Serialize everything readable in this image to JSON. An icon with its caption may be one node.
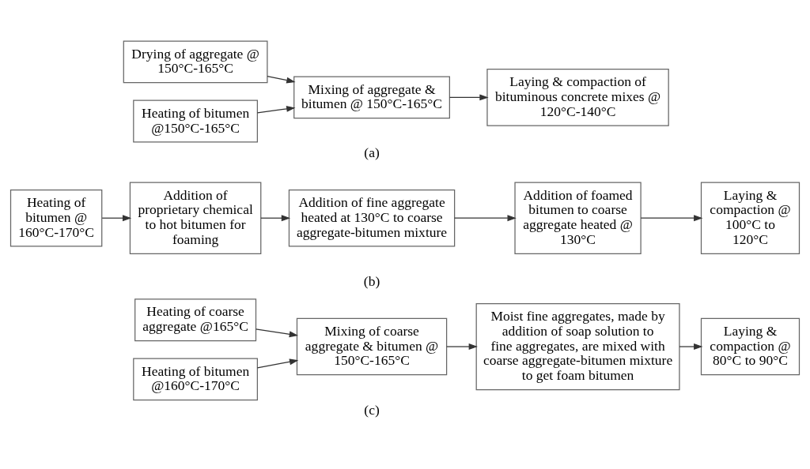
{
  "diagram": {
    "nodes": [
      {
        "text": [
          "Drying of aggregate @ 150°C-165°C"
        ]
      },
      {
        "text": [
          "Heating of bitumen @150°C-165°C"
        ]
      },
      {
        "text": [
          "Mixing of aggregate & bitumen @ 150°C-165°C"
        ]
      },
      {
        "text": [
          "Laying & compaction of bituminous concrete mixes @ 120°C-140°C"
        ]
      },
      {
        "text": [
          "Heating of bitumen @ 160°C-170°C"
        ]
      },
      {
        "text": [
          "Addition of proprietary chemical to hot bitumen for foaming"
        ]
      },
      {
        "text": [
          "Addition of fine aggregate heated at 130°C to coarse aggregate-bitumen mixture"
        ]
      },
      {
        "text": [
          "Addition of foamed bitumen to coarse aggregate heated @ 130°C"
        ]
      },
      {
        "text": [
          "Laying & compaction @ 100°C to 120°C"
        ]
      },
      {
        "text": [
          "Heating of coarse aggregate @165°C"
        ]
      },
      {
        "text": [
          "Heating of bitumen @160°C-170°C"
        ]
      },
      {
        "text": [
          "Mixing of coarse aggregate & bitumen @ 150°C-165°C"
        ]
      },
      {
        "text": [
          "Moist fine aggregates, made by addition of soap solution to fine aggregates, are mixed with coarse aggregate-bitumen mixture to get foam bitumen"
        ]
      },
      {
        "text": [
          "Laying & compaction @ 80°C to 90°C"
        ]
      }
    ],
    "edges": [
      {
        "from": 0,
        "to": 2,
        "arrow": "to"
      },
      {
        "from": 1,
        "to": 2,
        "arrow": "to"
      },
      {
        "from": 2,
        "to": 3,
        "arrow": "to"
      },
      {
        "from": 4,
        "to": 5,
        "arrow": "to"
      },
      {
        "from": 5,
        "to": 6,
        "arrow": "to"
      },
      {
        "from": 6,
        "to": 7,
        "arrow": "to"
      },
      {
        "from": 7,
        "to": 8,
        "arrow": "to"
      },
      {
        "from": 9,
        "to": 11,
        "arrow": "to"
      },
      {
        "from": 10,
        "to": 11,
        "arrow": "to"
      },
      {
        "from": 11,
        "to": 12,
        "arrow": "to"
      },
      {
        "from": 12,
        "to": 13,
        "arrow": "to"
      }
    ],
    "labels": [
      "(a)",
      "(b)",
      "(c)"
    ]
  }
}
